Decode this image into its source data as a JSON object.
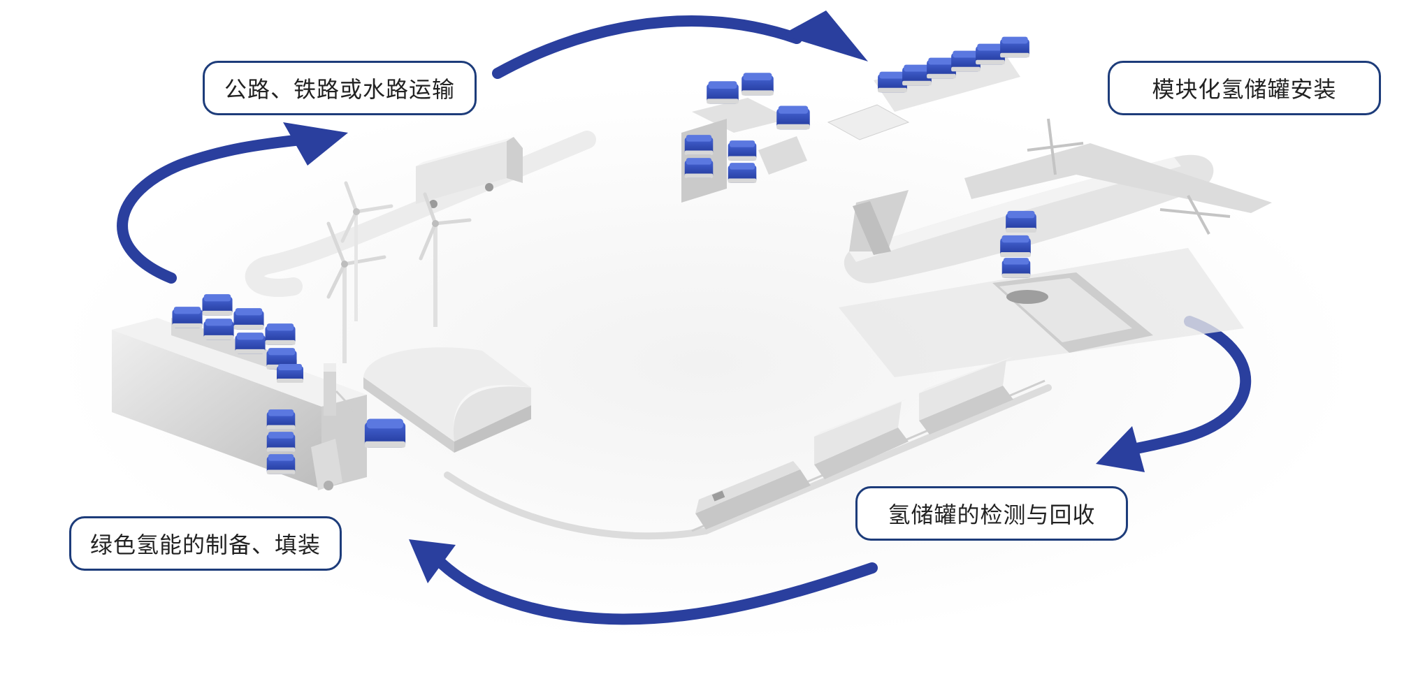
{
  "labels": {
    "transport": "公路、铁路或水路运输",
    "install": "模块化氢储罐安装",
    "inspect": "氢储罐的检测与回收",
    "produce": "绿色氢能的制备、填装"
  },
  "colors": {
    "arrow": "#2a3f9e",
    "border": "#1d3c7a",
    "tank_blue": "#2d4bb8",
    "gray_dark": "#c9c9c9",
    "gray_light": "#ececec"
  },
  "icons": {
    "flow_arrow": "curved-arrow-icon",
    "tank": "hydrogen-tank-icon",
    "truck": "truck-icon",
    "turbine": "wind-turbine-icon",
    "aircraft": "propeller-aircraft-icon",
    "train": "freight-train-icon",
    "hangar": "hangar-icon"
  }
}
